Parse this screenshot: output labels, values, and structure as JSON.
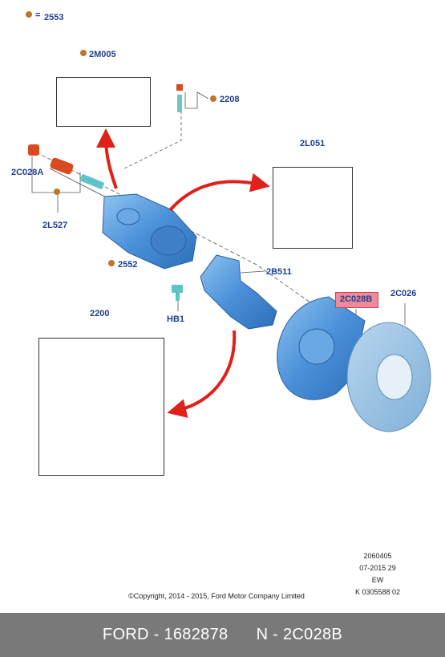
{
  "legend": {
    "symbol": "=",
    "code": "2553"
  },
  "labels": {
    "2M005": "2M005",
    "2208": "2208",
    "2C028A": "2C028A",
    "2L527": "2L527",
    "2L051": "2L051",
    "2552": "2552",
    "2B511": "2B511",
    "HB1": "HB1",
    "2C028B": "2C028B",
    "2C026": "2C026",
    "2200": "2200"
  },
  "meta": {
    "line1": "2060405",
    "line2": "07-2015 29",
    "line3": "EW",
    "line4": "K 0305588 02"
  },
  "copyright": "©Copyright, 2014 - 2015, Ford Motor Company Limited",
  "footer": {
    "left": "FORD - 1682878",
    "right": "N - 2C028B"
  },
  "colors": {
    "label_text": "#1f3f8f",
    "part_blue": "#4a90d9",
    "dot_orange": "#c0742a",
    "arrow_red": "#e0201a",
    "highlight": "#f08a99",
    "footer_bg": "#797979"
  }
}
